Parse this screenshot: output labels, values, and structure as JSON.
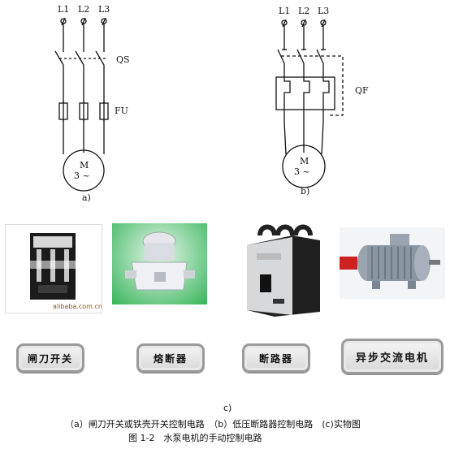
{
  "diagram_a": {
    "phases": [
      "L1",
      "L2",
      "L3"
    ],
    "switch_label": "QS",
    "fuse_label": "FU",
    "motor_line1": "M",
    "motor_line2": "3 ~",
    "caption": "a)"
  },
  "diagram_b": {
    "phases": [
      "L1",
      "L2",
      "L3"
    ],
    "breaker_label": "QF",
    "motor_line1": "M",
    "motor_line2": "3 ~",
    "caption": "b)"
  },
  "photos": [
    {
      "name": "knife-switch",
      "label": "闸刀开关",
      "watermark": "alibaba.com.cn"
    },
    {
      "name": "fuse",
      "label": "熔断器"
    },
    {
      "name": "circuit-breaker",
      "label": "断路器"
    },
    {
      "name": "async-motor",
      "label": "异步交流电机"
    }
  ],
  "caption_c": "c)",
  "caption_line1": "（a）闸刀开关或铁壳开关控制电路　（b）低压断路器控制电路　(c)实物图",
  "caption_line2": "图 1-2　水泵电机的手动控制电路",
  "colors": {
    "line": "#111111",
    "tag_border": "#9a9a9a",
    "motor_red": "#cc2222",
    "motor_steel": "#8b96a3"
  }
}
